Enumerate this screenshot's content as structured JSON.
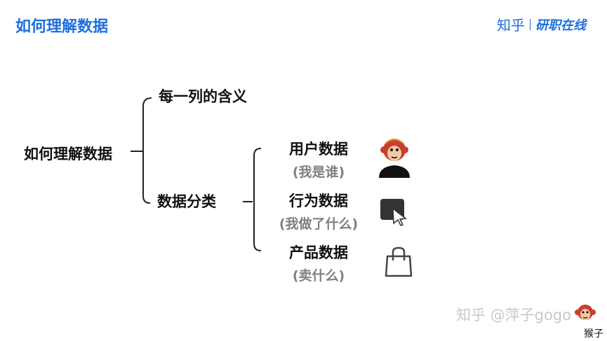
{
  "header": {
    "title": "如何理解数据",
    "brand_zhihu": "知乎",
    "brand_yanzhi": "研职在线"
  },
  "tree": {
    "root": "如何理解数据",
    "branch_meaning": "每一列的含义",
    "branch_category": "数据分类",
    "categories": [
      {
        "title": "用户数据",
        "subtitle": "(我是谁)",
        "icon": "monkey-user-icon"
      },
      {
        "title": "行为数据",
        "subtitle": "(我做了什么)",
        "icon": "cursor-click-icon"
      },
      {
        "title": "产品数据",
        "subtitle": "(卖什么)",
        "icon": "shopping-bag-icon"
      }
    ]
  },
  "watermark": {
    "text": "知乎 @萍子gogo",
    "avatar_label": "猴子"
  },
  "colors": {
    "accent": "#1d6fde",
    "text": "#111111",
    "subtitle": "#808080",
    "monkey_face": "#c8402a"
  }
}
